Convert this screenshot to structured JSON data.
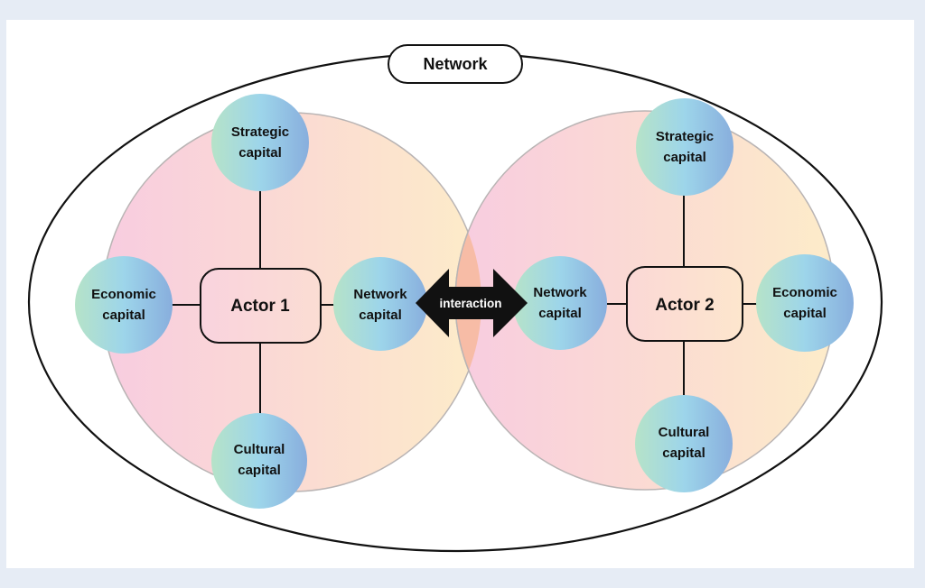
{
  "diagram": {
    "network_label": "Network",
    "interaction_label": "interaction",
    "actors": [
      {
        "name": "Actor 1",
        "capitals": {
          "top": [
            "Strategic",
            "capital"
          ],
          "left": [
            "Economic",
            "capital"
          ],
          "right": [
            "Network",
            "capital"
          ],
          "bottom": [
            "Cultural",
            "capital"
          ]
        }
      },
      {
        "name": "Actor 2",
        "capitals": {
          "top": [
            "Strategic",
            "capital"
          ],
          "left": [
            "Network",
            "capital"
          ],
          "right": [
            "Economic",
            "capital"
          ],
          "bottom": [
            "Cultural",
            "capital"
          ]
        }
      }
    ],
    "colors": {
      "background": "#e6ecf5",
      "domain_pink": "#f8cfe0",
      "domain_peach": "#fce0cc",
      "domain_yellow": "#fdeccb",
      "overlap": "#f7b9a0",
      "capital_green": "#b2e2cc",
      "capital_blue": "#8fb4e0",
      "outline": "#111111"
    }
  }
}
